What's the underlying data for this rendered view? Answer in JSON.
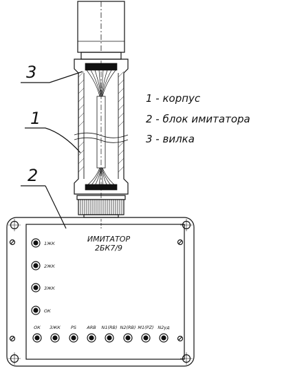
{
  "callouts": [
    {
      "number": "3"
    },
    {
      "number": "1"
    },
    {
      "number": "2"
    }
  ],
  "legend": [
    {
      "text": "1  -  корпус"
    },
    {
      "text": "2  -  блок  имитатора"
    },
    {
      "text": "3  -  вилка"
    }
  ],
  "device": {
    "title": "ИМИТАТОР",
    "model": "2БК7/9",
    "left_sockets": [
      "1ЖК",
      "2ЖК",
      "3ЖК",
      "ОК"
    ],
    "bottom_sockets": [
      "ОК",
      "3ЖК",
      "PS",
      "ARB",
      "N1(RB)",
      "N2(RB)",
      "M1(PZ)",
      "N2уд"
    ]
  }
}
